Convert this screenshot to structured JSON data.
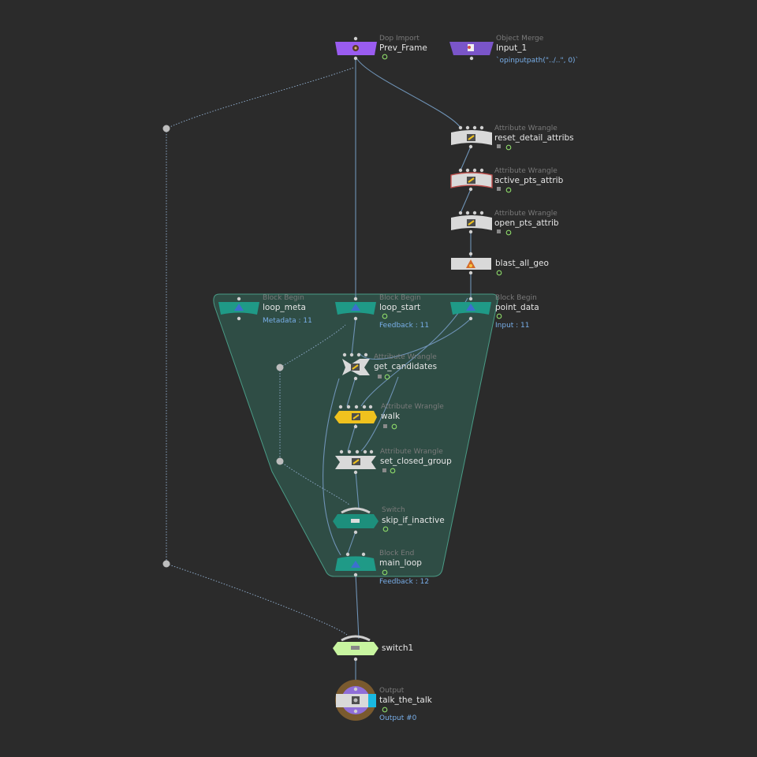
{
  "colors": {
    "background": "#2b2b2b",
    "wire": "#6f93b6",
    "block_fill": "#2f4d45",
    "block_stroke": "#4a9b86",
    "dop_import": "#9a5cf0",
    "object_merge": "#7a55c9",
    "wrangle": "#d9d9d9",
    "block_node": "#1f9a87",
    "walk": "#f0c21e",
    "switch_inner": "#1d8f7c",
    "switch_outer": "#c8f5a0",
    "output_ring": "#7a5a2e",
    "output_inner": "#8f6ed8",
    "output_flag": "#1ab8e0",
    "info_text": "#78aee8"
  },
  "nodes": {
    "prev_frame": {
      "type": "Dop Import",
      "name": "Prev_Frame",
      "icon": "dop-import-icon"
    },
    "input_1": {
      "type": "Object Merge",
      "name": "Input_1",
      "info": "`opinputpath(\"../..\", 0)`",
      "icon": "object-merge-icon"
    },
    "reset_detail_attribs": {
      "type": "Attribute Wrangle",
      "name": "reset_detail_attribs",
      "icon": "wrangle-icon"
    },
    "active_pts_attrib": {
      "type": "Attribute Wrangle",
      "name": "active_pts_attrib",
      "icon": "wrangle-icon"
    },
    "open_pts_attrib": {
      "type": "Attribute Wrangle",
      "name": "open_pts_attrib",
      "icon": "wrangle-icon"
    },
    "blast_all_geo": {
      "name": "blast_all_geo",
      "icon": "blast-icon"
    },
    "loop_meta": {
      "type": "Block Begin",
      "name": "loop_meta",
      "info": "Metadata : 11",
      "icon": "block-begin-icon"
    },
    "loop_start": {
      "type": "Block Begin",
      "name": "loop_start",
      "info": "Feedback : 11",
      "icon": "block-begin-icon"
    },
    "point_data": {
      "type": "Block Begin",
      "name": "point_data",
      "info": "Input : 11",
      "icon": "block-begin-icon"
    },
    "get_candidates": {
      "type": "Attribute Wrangle",
      "name": "get_candidates",
      "icon": "wrangle-icon"
    },
    "walk": {
      "type": "Attribute Wrangle",
      "name": "walk",
      "icon": "wrangle-icon"
    },
    "set_closed_group": {
      "type": "Attribute Wrangle",
      "name": "set_closed_group",
      "icon": "wrangle-icon"
    },
    "skip_if_inactive": {
      "type": "Switch",
      "name": "skip_if_inactive",
      "icon": "switch-icon"
    },
    "main_loop": {
      "type": "Block End",
      "name": "main_loop",
      "info": "Feedback : 12",
      "icon": "block-end-icon"
    },
    "switch1": {
      "name": "switch1",
      "icon": "switch-icon"
    },
    "talk_the_talk": {
      "type": "Output",
      "name": "talk_the_talk",
      "info": "Output #0",
      "icon": "output-icon"
    }
  }
}
